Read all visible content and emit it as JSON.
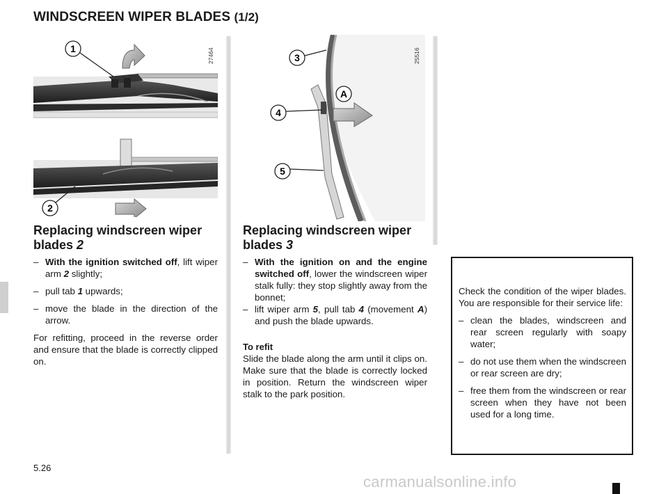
{
  "header": {
    "title": "WINDSCREEN WIPER BLADES",
    "part": "(1/2)"
  },
  "figure1": {
    "code": "27464",
    "callout_1": "1",
    "callout_2": "2"
  },
  "figure2": {
    "code": "25516",
    "callout_3": "3",
    "callout_4": "4",
    "callout_5": "5",
    "callout_A": "A"
  },
  "section1": {
    "heading": "Replacing windscreen wiper blades",
    "heading_ref": "2",
    "item1": {
      "bold": "With the ignition switched off",
      "pre": ", lift wiper arm ",
      "ref": "2",
      "post": " slightly;"
    },
    "item2": {
      "pre": "pull tab ",
      "ref": "1",
      "post": " upwards;"
    },
    "item3": "move the blade in the direction of the arrow.",
    "para": "For refitting, proceed in the reverse order and ensure that the blade is correctly clipped on."
  },
  "section2": {
    "heading": "Replacing windscreen wiper blades",
    "heading_ref": "3",
    "item1": {
      "bold": "With the ignition on and the engine switched off",
      "post": ", lower the windscreen wiper stalk fully: they stop slightly away from the bonnet;"
    },
    "item2": {
      "pre": "lift wiper arm ",
      "ref1": "5",
      "mid1": ", pull tab ",
      "ref2": "4",
      "mid2": " (movement ",
      "ref3": "A",
      "post": ") and push the blade upwards."
    },
    "refit_heading": "To refit",
    "refit_text": "Slide the blade along the arm until it clips on. Make sure that the blade is correctly locked in position. Return the windscreen wiper stalk to the park position."
  },
  "note": {
    "intro": "Check the condition of the wiper blades. You are responsible for their service life:",
    "items": [
      "clean the blades, windscreen and rear screen regularly with soapy water;",
      "do not use them when the windscreen or rear screen are dry;",
      "free them from the windscreen or rear screen when they have not been used for a long time."
    ]
  },
  "footer": {
    "page": "5.26",
    "watermark": "carmanualsonline.info"
  },
  "dash": "–"
}
